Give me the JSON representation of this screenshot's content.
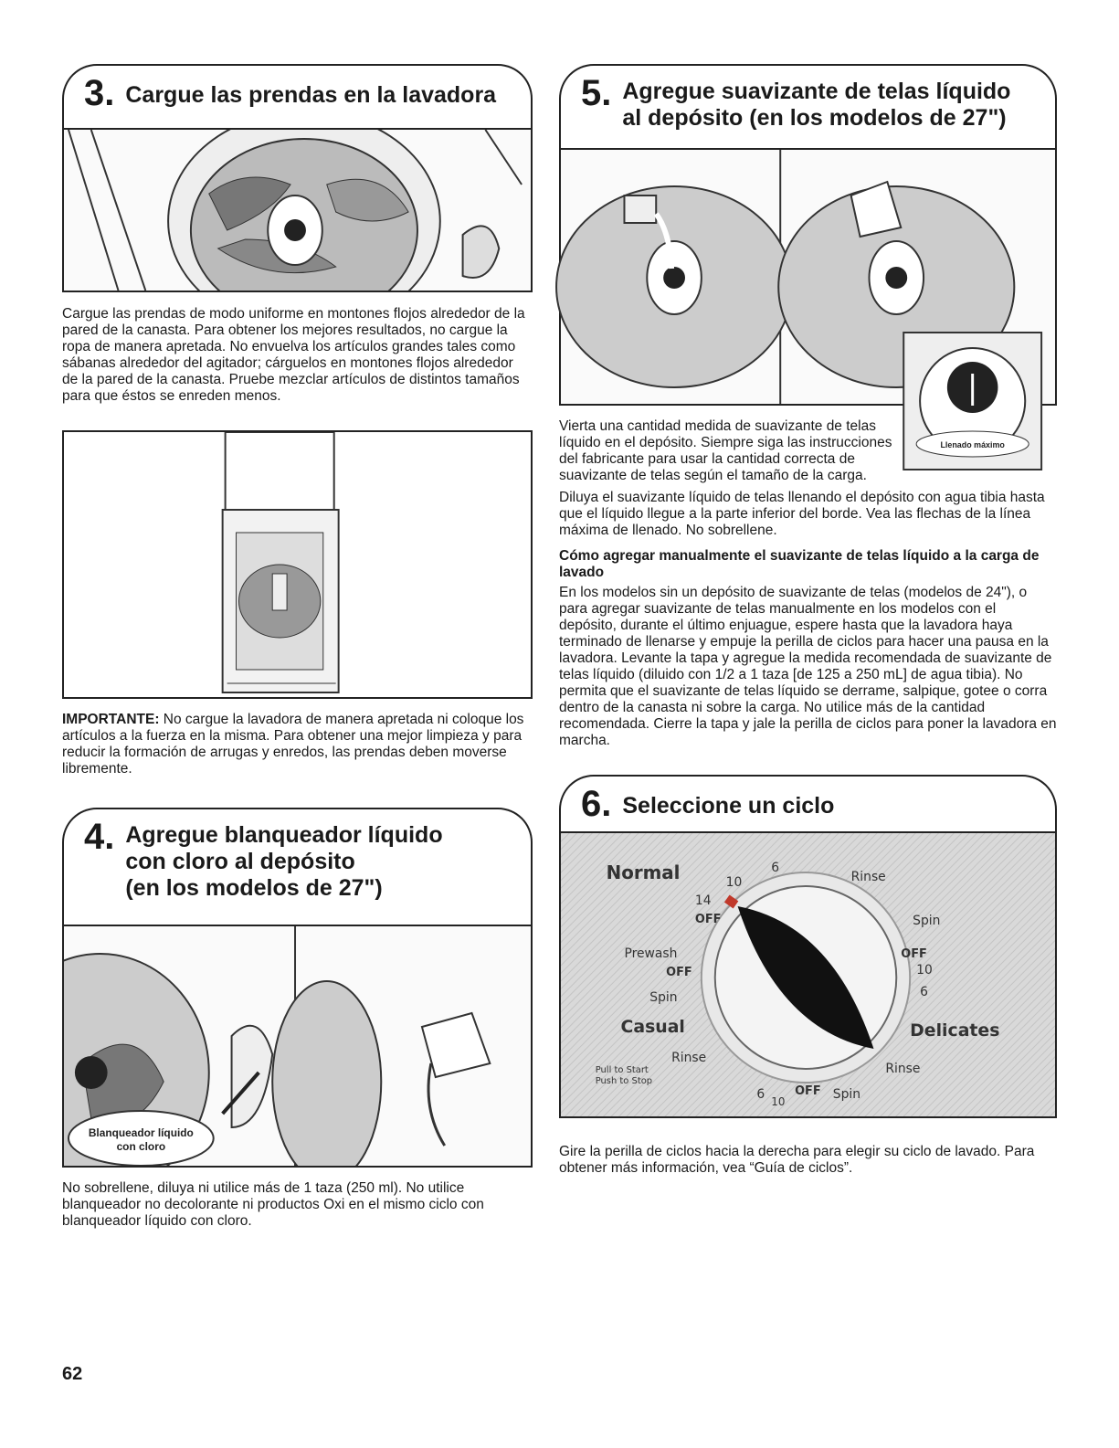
{
  "step3": {
    "number": "3.",
    "title": "Cargue las prendas en la lavadora",
    "paragraph": "Cargue las prendas de modo uniforme en montones flojos alrededor de la pared de la canasta. Para obtener los mejores resultados, no cargue la ropa de manera apretada. No envuelva los artículos grandes tales como sábanas alrededor del agitador; cárguelos en montones flojos alrededor de la pared de la canasta. Pruebe mezclar artículos de distintos tamaños para que éstos se enreden menos.",
    "important_label": "IMPORTANTE:",
    "important_text": " No cargue la lavadora de manera apretada ni coloque los artículos a la fuerza en la misma. Para obtener una mejor limpieza y para reducir la formación de arrugas y enredos, las prendas deben moverse libremente."
  },
  "step4": {
    "number": "4.",
    "title_line1": "Agregue blanqueador líquido",
    "title_line2": "con cloro al depósito",
    "title_line3": "(en los modelos de 27\")",
    "callout_line1": "Blanqueador líquido",
    "callout_line2": "con cloro",
    "paragraph": "No sobrellene, diluya ni utilice más de 1 taza (250 ml). No utilice blanqueador no decolorante ni productos Oxi en el mismo ciclo con blanqueador líquido con cloro."
  },
  "step5": {
    "number": "5.",
    "title_line1": "Agregue suavizante de telas líquido",
    "title_line2": "al depósito (en los modelos de 27\")",
    "callout": "Llenado máximo",
    "paragraph1": "Vierta una cantidad medida de suavizante de telas líquido en el depósito. Siempre siga las instrucciones del fabricante para usar la cantidad correcta de suavizante de telas según el tamaño de la carga.",
    "paragraph2": "Diluya el suavizante líquido de telas llenando el depósito con agua tibia hasta que el líquido llegue a la parte inferior del borde. Vea las flechas de la línea máxima de llenado. No sobrellene.",
    "subheading": "Cómo agregar manualmente el suavizante de telas líquido a la carga de lavado",
    "paragraph3": "En los modelos sin un depósito de suavizante de telas (modelos de 24\"), o para agregar suavizante de telas manualmente en los modelos con el depósito, durante el último enjuague, espere hasta que la lavadora haya terminado de llenarse y empuje la perilla de ciclos para hacer una pausa en la lavadora. Levante la tapa y agregue la medida recomendada de suavizante de telas líquido (diluido con 1/2 a 1 taza [de 125 a 250 mL] de agua tibia). No permita que el suavizante de telas líquido se derrame, salpique, gotee o corra dentro de la canasta ni sobre la carga. No utilice más de la cantidad recomendada. Cierre la tapa y jale la perilla de ciclos para poner la lavadora en marcha."
  },
  "step6": {
    "number": "6.",
    "title": "Seleccione un ciclo",
    "dial": {
      "normal": "Normal",
      "n10": "10",
      "n6": "6",
      "n14": "14",
      "off_top": "OFF",
      "rinse_top": "Rinse",
      "spin_right": "Spin",
      "off_right": "OFF",
      "r10": "10",
      "r6": "6",
      "delicates": "Delicates",
      "rinse_right": "Rinse",
      "prewash": "Prewash",
      "off_left": "OFF",
      "spin_left": "Spin",
      "casual": "Casual",
      "rinse_left": "Rinse",
      "pull_to_start": "Pull to Start",
      "push_to_stop": "Push to Stop",
      "b6": "6",
      "b10": "10",
      "off_bottom": "OFF",
      "spin_bottom": "Spin"
    },
    "paragraph": "Gire la perilla de ciclos hacia la derecha para elegir su ciclo de lavado. Para obtener más información, vea “Guía de ciclos”."
  },
  "page_number": "62"
}
